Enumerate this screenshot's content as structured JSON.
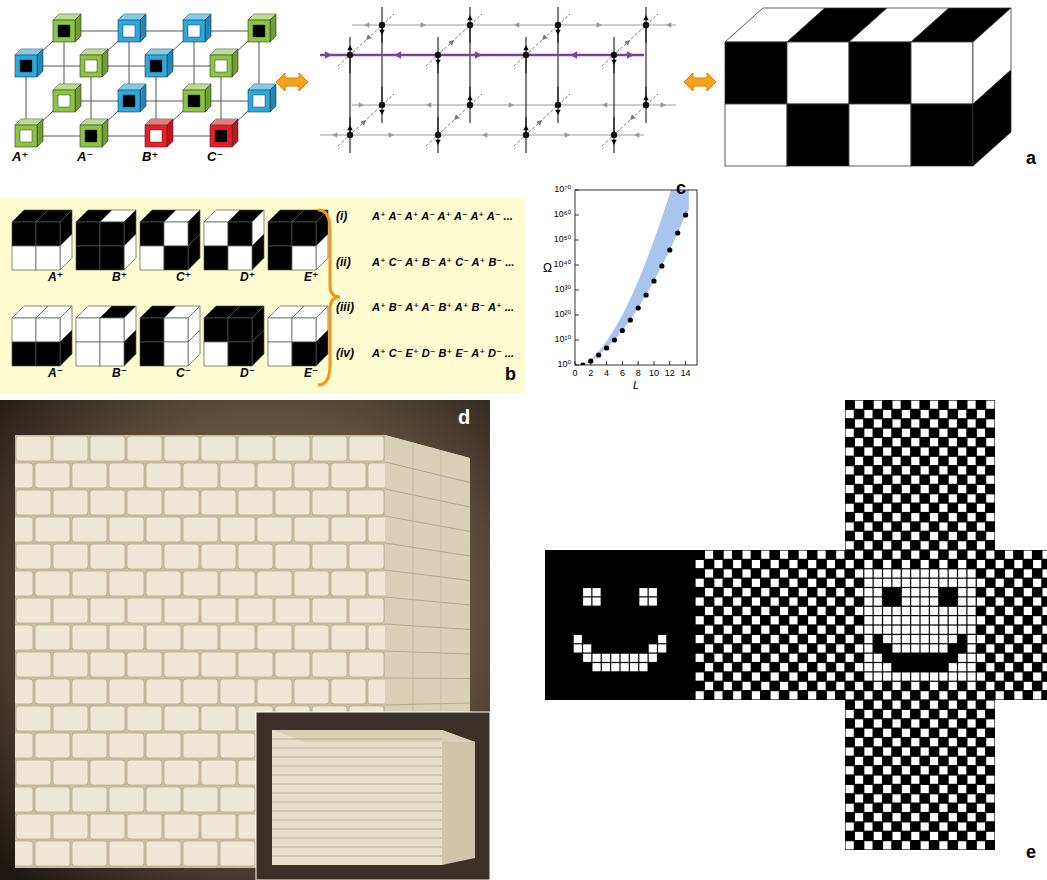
{
  "diagram": {
    "labels": [
      "A⁺",
      "A⁻",
      "B⁺",
      "C⁻",
      "a",
      "A⁺",
      "B⁺",
      "C⁺",
      "D⁺",
      "E⁺",
      "A⁻",
      "B⁻",
      "C⁻",
      "D⁻",
      "E⁻",
      "(i)",
      "A⁺ A⁻ A⁺ A⁻ A⁺ A⁻ A⁺ A⁻ ...",
      "(ii)",
      "A⁺ C⁻ A⁺ B⁻ A⁺ C⁻ A⁺ B⁻ ...",
      "(iii)",
      "A⁺ B⁻ A⁺ A⁻ B⁺ A⁺ B⁻ A⁺ ...",
      "(iv)",
      "A⁺ C⁻ E⁺ D⁻ B⁺ E⁻ A⁺ D⁻ ...",
      "b",
      "c",
      "10⁷⁰",
      "10⁶⁰",
      "10⁵⁰",
      "10⁴⁰",
      "10³⁰",
      "10²⁰",
      "10¹⁰",
      "10⁰",
      "Ω",
      "0",
      "2",
      "4",
      "6",
      "8",
      "10",
      "12",
      "14",
      "L",
      "d",
      "e"
    ]
  }
}
